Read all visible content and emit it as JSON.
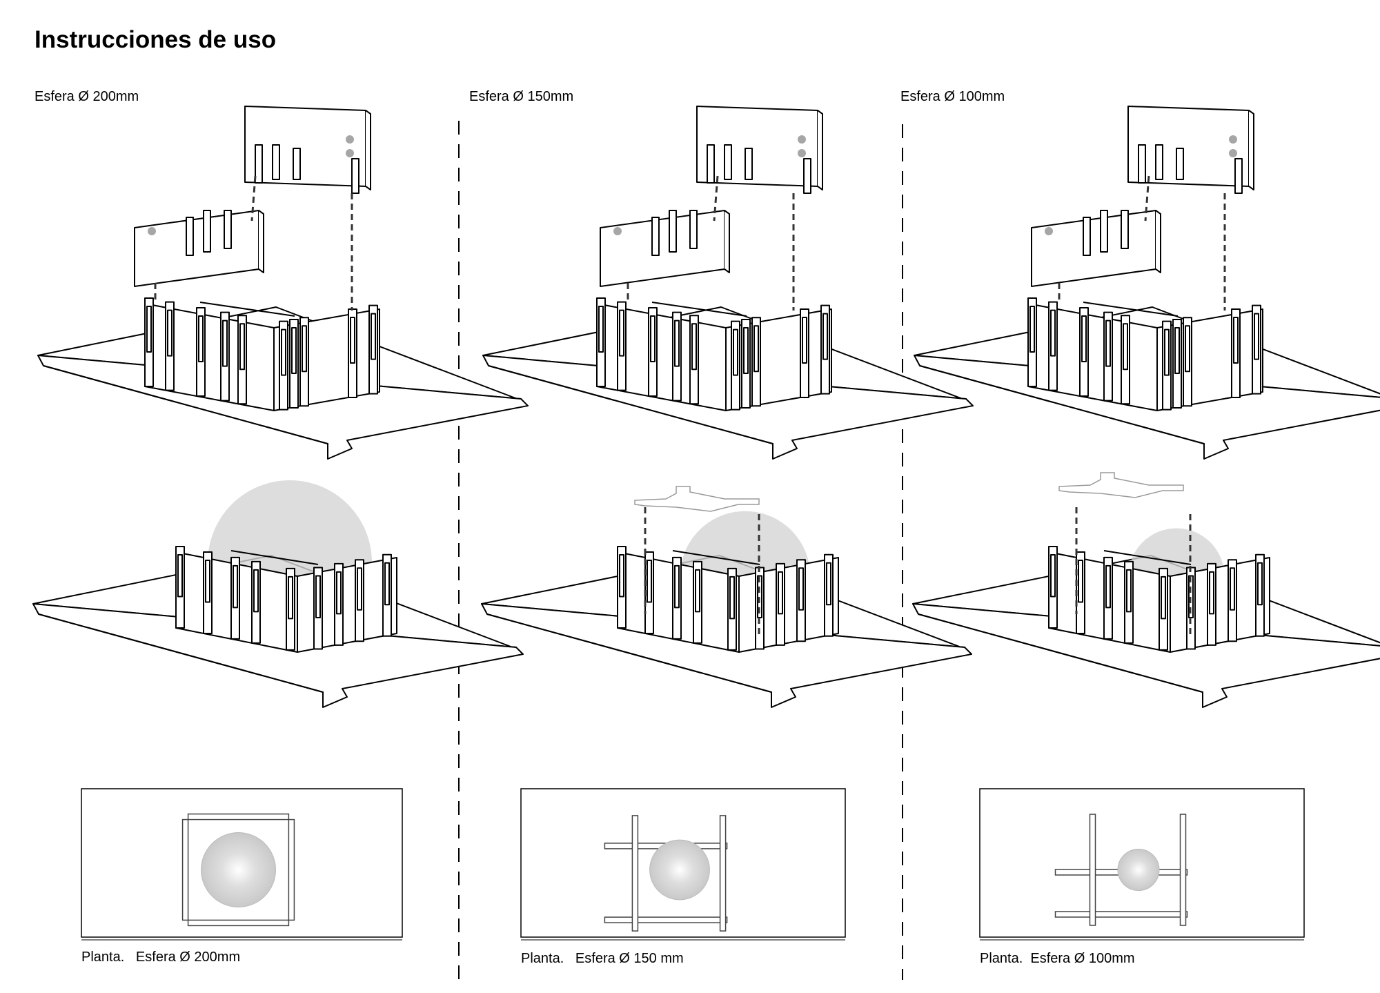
{
  "title": "Instrucciones de uso",
  "columns": [
    {
      "heading": "Esfera Ø 200mm",
      "plan_caption": "Planta.   Esfera Ø 200mm"
    },
    {
      "heading": "Esfera Ø 150mm",
      "plan_caption": "Planta.   Esfera Ø 150 mm"
    },
    {
      "heading": "Esfera Ø 100mm",
      "plan_caption": "Planta.  Esfera Ø 100mm"
    }
  ],
  "colors": {
    "line": "#000000",
    "sphere": "#d4d4d4",
    "dot": "#a6a6a6",
    "insert": "#9a9a9a"
  }
}
